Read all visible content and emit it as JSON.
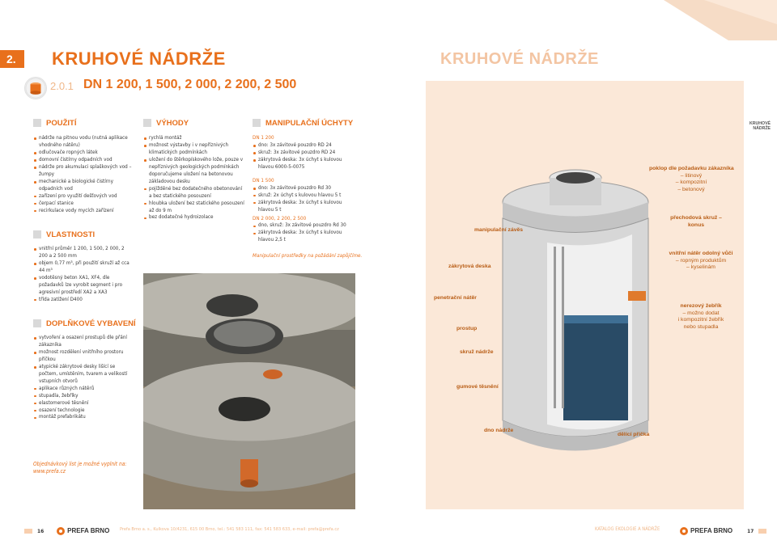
{
  "header": {
    "section_badge": "2.",
    "title_left": "KRUHOVÉ NÁDRŽE",
    "title_right": "KRUHOVÉ NÁDRŽE",
    "sub_number": "2.0.1",
    "sub_title": "DN 1 200, 1 500, 2 000, 2 200, 2 500",
    "side_tag": "KRUHOVÉ NÁDRŽE"
  },
  "pouziti": {
    "heading": "POUŽITÍ",
    "items": [
      "nádrže na pitnou vodu (nutná aplikace vhodného nátěru)",
      "odlučovače ropných látek",
      "domovní čistírny odpadních vod",
      "nádrže pro akumulaci splaškových vod – žumpy",
      "mechanické a biologické čistírny odpadních vod",
      "zařízení pro využití dešťových vod",
      "čerpací stanice",
      "recirkulace vody mycích zařízení"
    ]
  },
  "vlastnosti": {
    "heading": "VLASTNOSTI",
    "items": [
      "vnitřní průměr 1 200, 1 500, 2 000, 2 200 a 2 500 mm",
      "objem 0,77 m³, při použití skruží až cca 44 m³",
      "vodotěsný beton XA1, XF4, dle požadavků lze vyrobit segment i pro agresivní prostředí XA2 a XA3",
      "třída zatížení D400"
    ]
  },
  "doplnkove": {
    "heading": "DOPLŇKOVÉ VYBAVENÍ",
    "items": [
      "vytvoření a osazení prostupů dle přání zákazníka",
      "možnost rozdělení vnitřního prostoru příčkou",
      "atypické zákrytové desky lišící se počtem, umístěním, tvarem a velikostí vstupních otvorů",
      "aplikace různých nátěrů",
      "stupadla, žebříky",
      "elastomerové těsnění",
      "osazení technologie",
      "montáž prefabrikátu"
    ]
  },
  "vyhody": {
    "heading": "VÝHODY",
    "items": [
      "rychlá montáž",
      "možnost výstavby i v nepříznivých klimatických podmínkách",
      "uložení do štěrkopískového lože, pouze v nepříznivých geologických podmínkách doporučujeme uložení na betonovou základovou desku",
      "pojížděné bez dodatečného obetonování a bez statického posouzení",
      "hloubka uložení bez statického posouzení až do 9 m",
      "bez dodatečné hydroizolace"
    ]
  },
  "uchyty": {
    "heading": "MANIPULAČNÍ ÚCHYTY",
    "groups": [
      {
        "title": "DN 1 200",
        "items": [
          "dno: 3x závitové pouzdro RD 24",
          "skruž: 3x závitové pouzdro RD 24",
          "zákrytová deska: 3x úchyt s kulovou hlavou 6000-5-0075"
        ]
      },
      {
        "title": "DN 1 500",
        "items": [
          "dno: 3x závitové pouzdro Rd 30",
          "skruž: 2x úchyt s kulovou hlavou 5 t",
          "zákrytová deska: 3x úchyt s kulovou hlavou 5 t"
        ]
      },
      {
        "title": "DN 2 000, 2 200, 2 500",
        "items": [
          "dno, skruž: 3x závitové pouzdro Rd 30",
          "zákrytová deska: 3x úchyt s kulovou hlavou 2,5 t"
        ]
      }
    ],
    "note": "Manipulační prostředky na požádání zapůjčíme."
  },
  "diagram": {
    "labels": {
      "manipulacni_zaves": "manipulační závěs",
      "zakrytova_deska": "zákrytová deska",
      "penetracni_nater": "penetrační nátěr",
      "prostup": "prostup",
      "skruz_nadrze": "skruž nádrže",
      "gumove_tesneni": "gumové těsnění",
      "dno_nadrze": "dno nádrže",
      "delici_pricka": "dělící příčka"
    },
    "right": {
      "poklop_title": "poklop dle požadavku zákazníka",
      "poklop_opts": [
        "– litinový",
        "– kompozitní",
        "– betonový"
      ],
      "prechodova": "přechodová skruž – konus",
      "nater_title": "vnitřní nátěr odolný vůči",
      "nater_opts": [
        "– ropným produktům",
        "– kyselinám"
      ],
      "zebrik_title": "nerezový žebřík",
      "zebrik_opts": [
        "– možno dodat",
        "i kompozitní žebřík",
        "nebo stupadla"
      ]
    }
  },
  "footer": {
    "note_line1": "Objednávkový list je možné vyplnit na:",
    "note_line2": "www.prefa.cz",
    "page_left": "16",
    "logo": "PREFA BRNO",
    "address": "Prefa Brno a. s., Kulkova 10/4231, 615 00 Brno, tel.: 541 583 111, fax: 541 583 633, e-mail: prefa@prefa.cz",
    "catalog": "KATALOG EKOLOGIE A NÁDRŽE",
    "page_right": "17"
  }
}
